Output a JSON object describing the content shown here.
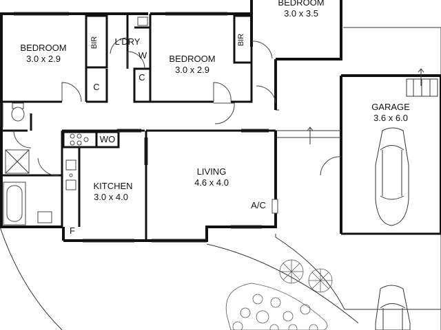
{
  "rooms": {
    "bedroom_top_right": {
      "name": "BEDROOM",
      "size": "3.0 x 3.5"
    },
    "bedroom_left": {
      "name": "BEDROOM",
      "size": "3.0 x 2.9"
    },
    "bedroom_middle": {
      "name": "BEDROOM",
      "size": "3.0 x 2.9"
    },
    "laundry": {
      "name": "L'DRY"
    },
    "kitchen": {
      "name": "KITCHEN",
      "size": "3.0 x 4.0"
    },
    "living": {
      "name": "LIVING",
      "size": "4.6 x 4.0"
    },
    "garage": {
      "name": "GARAGE",
      "size": "3.6 x 6.0"
    }
  },
  "labels": {
    "bir_left": "BIR",
    "bir_right": "BIR",
    "closet_left": "C",
    "closet_laundry": "C",
    "washer": "W",
    "wall_oven": "WO",
    "fridge": "F",
    "air_conditioner": "A/C"
  }
}
